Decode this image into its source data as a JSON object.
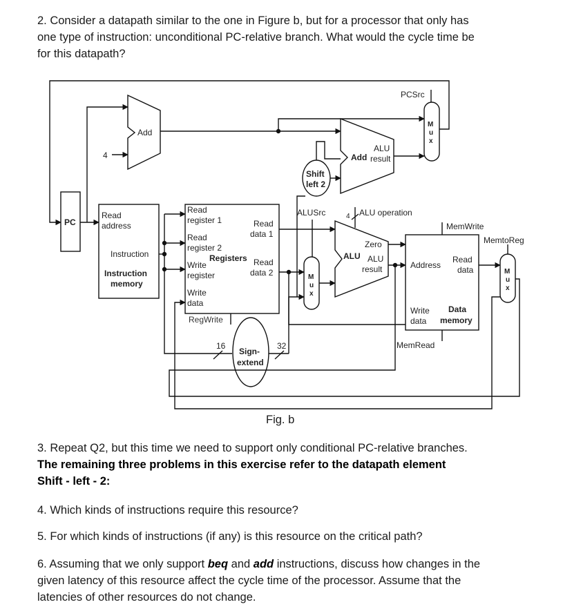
{
  "q2": {
    "line1": "2. Consider a datapath similar to the one in Figure b, but for a processor that only has",
    "line2": "one type of instruction: unconditional PC-relative branch. What would the cycle time be",
    "line3": "for this datapath?"
  },
  "figure": {
    "caption": "Fig. b",
    "labels": {
      "pcsrc": "PCSrc",
      "add_top": "Add",
      "four_top": "4",
      "add_branch": "Add",
      "alu_result_top_1": "ALU",
      "alu_result_top_2": "result",
      "shift_left_1": "Shift",
      "shift_left_2": "left 2",
      "pc": "PC",
      "read_address_1": "Read",
      "read_address_2": "address",
      "instruction": "Instruction",
      "instruction_memory_1": "Instruction",
      "instruction_memory_2": "memory",
      "read_reg1_1": "Read",
      "read_reg1_2": "register 1",
      "read_reg2_1": "Read",
      "read_reg2_2": "register 2",
      "write_reg_1": "Write",
      "write_reg_2": "register",
      "write_data_1": "Write",
      "write_data_2": "data",
      "registers": "Registers",
      "read_data1_1": "Read",
      "read_data1_2": "data 1",
      "read_data2_1": "Read",
      "read_data2_2": "data 2",
      "regwrite": "RegWrite",
      "sixteen": "16",
      "thirtytwo": "32",
      "sign_extend_1": "Sign-",
      "sign_extend_2": "extend",
      "alusrc": "ALUSrc",
      "alu_op_4": "4",
      "alu_operation": "ALU operation",
      "zero": "Zero",
      "alu": "ALU",
      "alu_result_1": "ALU",
      "alu_result_2": "result",
      "memwrite": "MemWrite",
      "memtoreg": "MemtoReg",
      "address": "Address",
      "read_data_mem_1": "Read",
      "read_data_mem_2": "data",
      "write_data_mem_1": "Write",
      "write_data_mem_2": "data",
      "data_memory_1": "Data",
      "data_memory_2": "memory",
      "memread": "MemRead",
      "mux_m": "M",
      "mux_u": "u",
      "mux_x": "x"
    }
  },
  "q3": {
    "line1": "3. Repeat Q2, but this time we need to support only conditional PC-relative branches.",
    "line2": "The remaining three problems in this exercise refer to the datapath element",
    "line3": "Shift - left - 2:"
  },
  "q4": {
    "text": "4. Which kinds of instructions require this resource?"
  },
  "q5": {
    "text": "5. For which kinds of instructions (if any) is this resource on the critical path?"
  },
  "q6": {
    "line1_a": "6. Assuming that we only support ",
    "line1_beq": "beq",
    "line1_b": " and ",
    "line1_add": "add",
    "line1_c": " instructions, discuss how changes in the",
    "line2": "given latency of this resource affect the cycle time of the processor. Assume that the",
    "line3": "latencies of other resources do not change."
  }
}
